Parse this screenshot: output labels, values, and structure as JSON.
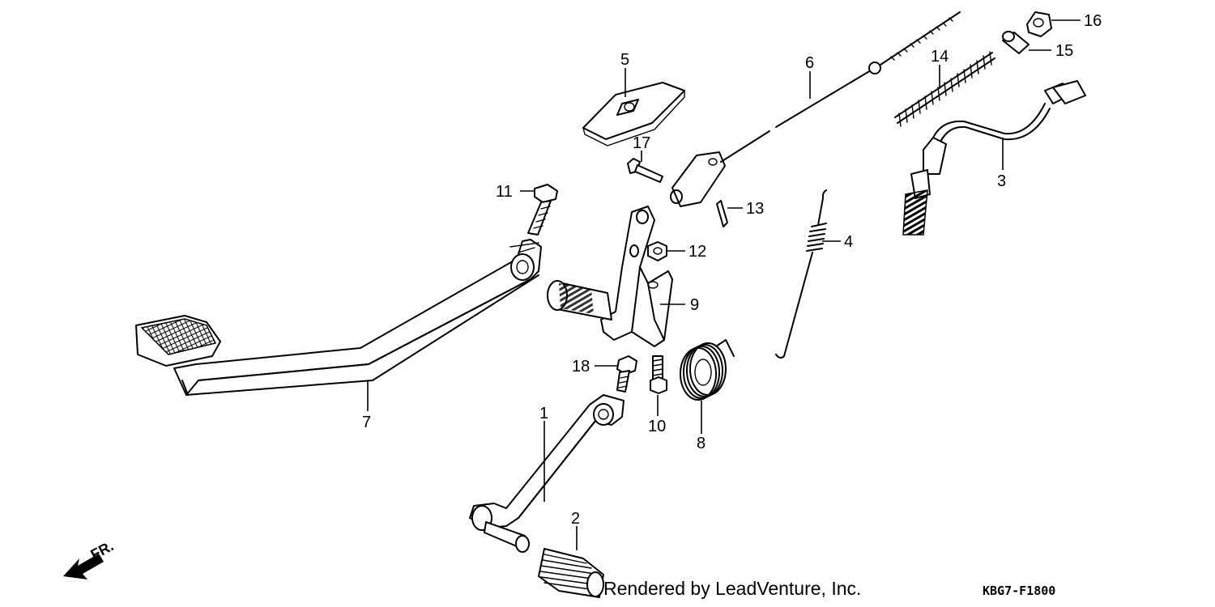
{
  "callouts": [
    {
      "id": "1",
      "text": "1"
    },
    {
      "id": "2",
      "text": "2"
    },
    {
      "id": "3",
      "text": "3"
    },
    {
      "id": "4",
      "text": "4"
    },
    {
      "id": "5",
      "text": "5"
    },
    {
      "id": "6",
      "text": "6"
    },
    {
      "id": "7",
      "text": "7"
    },
    {
      "id": "8",
      "text": "8"
    },
    {
      "id": "9",
      "text": "9"
    },
    {
      "id": "10",
      "text": "10"
    },
    {
      "id": "11",
      "text": "11"
    },
    {
      "id": "12",
      "text": "12"
    },
    {
      "id": "13",
      "text": "13"
    },
    {
      "id": "14",
      "text": "14"
    },
    {
      "id": "15",
      "text": "15"
    },
    {
      "id": "16",
      "text": "16"
    },
    {
      "id": "17",
      "text": "17"
    },
    {
      "id": "18",
      "text": "18"
    }
  ],
  "direction_label": "FR.",
  "footer": {
    "credit": "Rendered by LeadVenture, Inc.",
    "code": "KBG7-F1800"
  }
}
